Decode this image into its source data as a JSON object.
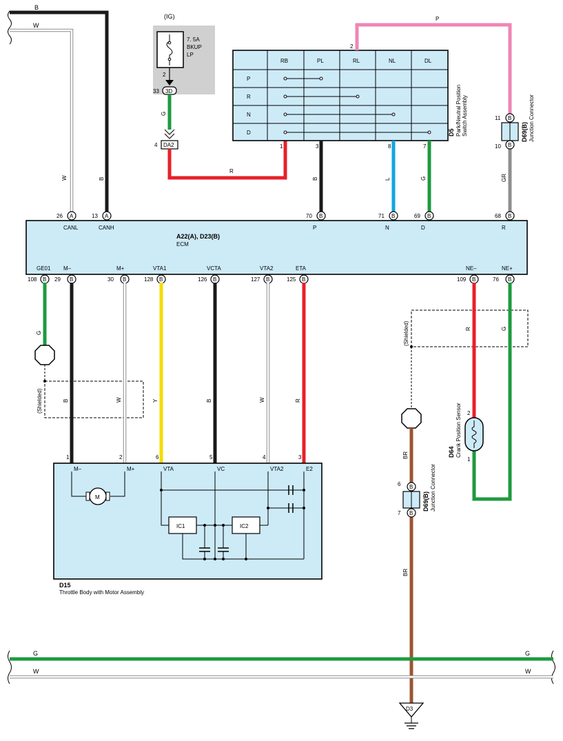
{
  "ig": {
    "label": "(IG)",
    "fuse": [
      "7. 5A",
      "BKUP",
      "LP"
    ],
    "pin_top": "2",
    "conn": "3D",
    "pin_conn": "33",
    "wire": "G",
    "da": "DA2",
    "da_pin": "4"
  },
  "pnp": {
    "code": "D5",
    "name": [
      "Park/Neutral Position",
      "Switch Assembly"
    ],
    "cols": [
      "RB",
      "PL",
      "RL",
      "NL",
      "DL"
    ],
    "rows": [
      "P",
      "R",
      "N",
      "D"
    ],
    "pins": {
      "p2": "2",
      "p1": "1",
      "p3": "3",
      "p8": "8",
      "p7": "7"
    },
    "wires": {
      "pink": "P",
      "red": "R",
      "black": "B",
      "blue": "L",
      "green": "G"
    }
  },
  "jc_top": {
    "code": "D69(B)",
    "name": "Junction Connector",
    "pin_a": "11",
    "pin_b": "10",
    "pin_letter": "B",
    "wire": "GR"
  },
  "ecm": {
    "code": "A22(A), D23(B)",
    "name": "ECM",
    "top_pins": [
      {
        "num": "26",
        "letter": "A",
        "label": "CANL",
        "wire": "W"
      },
      {
        "num": "13",
        "letter": "A",
        "label": "CANH",
        "wire": "B"
      },
      {
        "num": "70",
        "letter": "B",
        "label": "P"
      },
      {
        "num": "71",
        "letter": "B",
        "label": "N"
      },
      {
        "num": "69",
        "letter": "B",
        "label": "D"
      },
      {
        "num": "68",
        "letter": "B",
        "label": "R"
      }
    ],
    "bottom_pins": [
      {
        "num": "108",
        "letter": "B",
        "label": "GE01"
      },
      {
        "num": "29",
        "letter": "B",
        "label": "M–"
      },
      {
        "num": "30",
        "letter": "B",
        "label": "M+"
      },
      {
        "num": "128",
        "letter": "B",
        "label": "VTA1"
      },
      {
        "num": "126",
        "letter": "B",
        "label": "VCTA"
      },
      {
        "num": "127",
        "letter": "B",
        "label": "VTA2"
      },
      {
        "num": "125",
        "letter": "B",
        "label": "ETA"
      },
      {
        "num": "109",
        "letter": "B",
        "label": "NE–"
      },
      {
        "num": "76",
        "letter": "B",
        "label": "NE+"
      }
    ]
  },
  "bus_top": {
    "b": "B",
    "w": "W"
  },
  "throttle": {
    "code": "D15",
    "name": "Throttle Body with Motor Assembly",
    "pins": [
      {
        "num": "1",
        "label": "M–"
      },
      {
        "num": "2",
        "label": "M+"
      },
      {
        "num": "6",
        "label": "VTA"
      },
      {
        "num": "5",
        "label": "VC"
      },
      {
        "num": "4",
        "label": "VTA2"
      },
      {
        "num": "3",
        "label": "E2"
      }
    ],
    "wires": [
      "B",
      "W",
      "Y",
      "B",
      "W",
      "R"
    ],
    "ic1": "IC1",
    "ic2": "IC2",
    "motor": "M",
    "ge01_wire": "G"
  },
  "shielded": "(Shielded)",
  "crank": {
    "code": "D64",
    "name": "Crank Position Sensor",
    "pin_top": "2",
    "pin_bottom": "1",
    "wire_r": "R",
    "wire_g": "G"
  },
  "jc_bottom": {
    "code": "D69(B)",
    "name": "Junction Connector",
    "pin_a": "6",
    "pin_b": "7",
    "pin_letter": "B",
    "wire": "BR"
  },
  "ground": {
    "code": "D3"
  },
  "bus_bottom": {
    "g": "G",
    "w": "W"
  },
  "colors": {
    "black": "#1a1a1a",
    "white_wire": "#8c8c8c",
    "green": "#1f9a3f",
    "red": "#e8202a",
    "pink": "#ef86b6",
    "blue": "#13a5e0",
    "yellow": "#f6dc00",
    "gray": "#8f8f8f",
    "brown": "#9c5430",
    "box": "#cdeaf7"
  }
}
